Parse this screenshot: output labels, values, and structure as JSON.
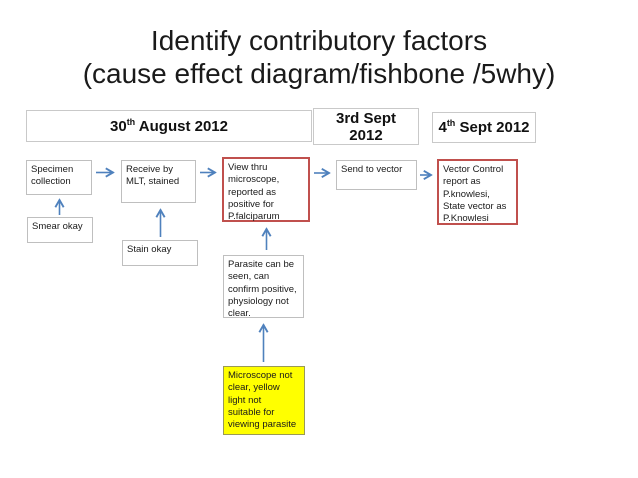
{
  "title": {
    "line1": "Identify contributory factors",
    "line2": "(cause effect diagram/fishbone /5why)"
  },
  "timeline": [
    {
      "day": "30",
      "suffix": "th",
      "rest": " August 2012"
    },
    {
      "text": "3rd Sept\n2012"
    },
    {
      "day": "4",
      "suffix": "th",
      "rest": " Sept 2012"
    }
  ],
  "steps": {
    "specimen": "Specimen\ncollection",
    "receive": "Receive by\nMLT, stained",
    "view": "View thru\nmicroscope,\nreported as\npositive for\nP.falciparum",
    "send": "Send to vector",
    "vector_control": "Vector Control\nreport as\nP.knowlesi,\nState vector as\nP.Knowlesi"
  },
  "notes": {
    "smear": "Smear okay",
    "stain": "Stain okay",
    "parasite": "Parasite can be\nseen, can\nconfirm positive,\nphysiology not\nclear.",
    "root_cause": "Microscope not\nclear, yellow\nlight  not\nsuitable for\nviewing parasite"
  },
  "colors": {
    "highlight_border": "#C0504D",
    "arrow": "#4F81BD",
    "root_cause_fill": "#FFFF00",
    "box_border": "#BFBFBF"
  }
}
